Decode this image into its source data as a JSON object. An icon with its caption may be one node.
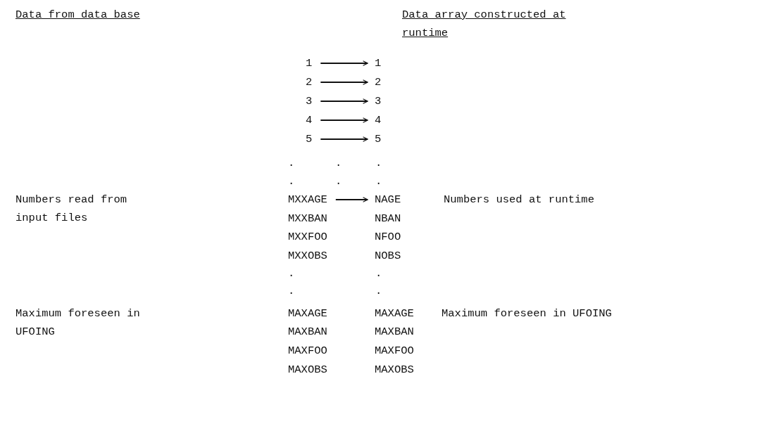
{
  "diagram": {
    "nodes": [
      {
        "text": [
          "1"
        ]
      },
      {
        "text": [
          "1"
        ]
      },
      {
        "text": [
          "2"
        ]
      },
      {
        "text": [
          "2"
        ]
      },
      {
        "text": [
          "3"
        ]
      },
      {
        "text": [
          "3"
        ]
      },
      {
        "text": [
          "4"
        ]
      },
      {
        "text": [
          "4"
        ]
      },
      {
        "text": [
          "5"
        ]
      },
      {
        "text": [
          "5"
        ]
      },
      {
        "text": [
          "MXXAGE"
        ]
      },
      {
        "text": [
          "NAGE"
        ]
      }
    ],
    "edges": [
      {
        "from": 0,
        "to": 1,
        "arrow": "to"
      },
      {
        "from": 2,
        "to": 3,
        "arrow": "to"
      },
      {
        "from": 4,
        "to": 5,
        "arrow": "to"
      },
      {
        "from": 6,
        "to": 7,
        "arrow": "to"
      },
      {
        "from": 8,
        "to": 9,
        "arrow": "to"
      },
      {
        "from": 10,
        "to": 11,
        "arrow": "to"
      }
    ],
    "labels": [
      "Data from data base",
      "Data array constructed at runtime",
      ".",
      ".",
      ".",
      ".",
      ".",
      ".",
      "Numbers read from input files",
      "Numbers used at runtime",
      "MXXBAN",
      "NBAN",
      "MXXFOO",
      "NFOO",
      "MXXOBS",
      "NOBS",
      ".",
      ".",
      ".",
      ".",
      "Maximum foreseen in UFOING",
      "MAXAGE",
      "MAXAGE",
      "Maximum foreseen in UFOING",
      "MAXBAN",
      "MAXBAN",
      "MAXFOO",
      "MAXFOO",
      "MAXOBS",
      "MAXOBS"
    ]
  }
}
